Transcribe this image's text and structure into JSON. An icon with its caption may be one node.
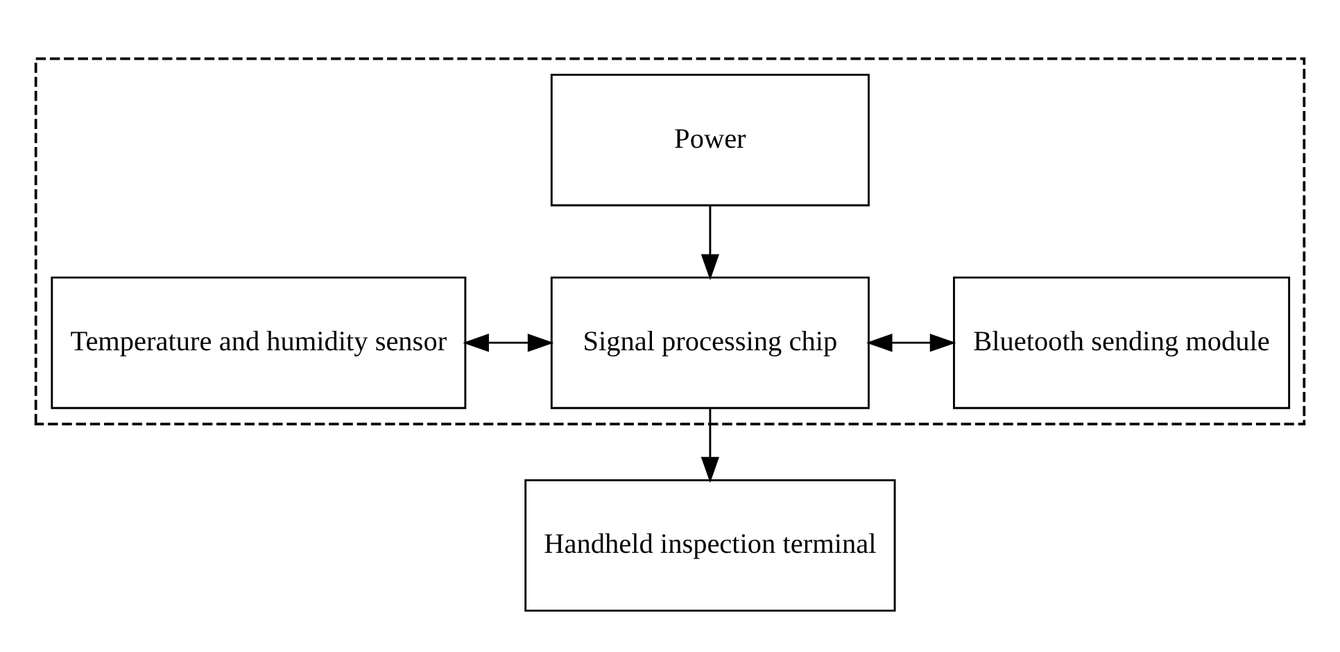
{
  "diagram": {
    "nodes": [
      {
        "text": [],
        "shape": "box"
      },
      {
        "text": [
          "Power"
        ],
        "in": 0
      },
      {
        "text": [
          "Temperature and humidity sensor"
        ],
        "in": 0
      },
      {
        "text": [
          "Signal processing chip"
        ],
        "in": 0
      },
      {
        "text": [
          "Bluetooth sending module"
        ],
        "in": 0
      },
      {
        "text": [
          "Handheld inspection terminal"
        ]
      }
    ],
    "edges": [
      {
        "from": 1,
        "to": 3,
        "arrow": "to"
      },
      {
        "from": 2,
        "to": 3,
        "arrow": "both"
      },
      {
        "from": 3,
        "to": 4,
        "arrow": "both"
      },
      {
        "from": 3,
        "to": 5,
        "arrow": "to"
      }
    ]
  }
}
